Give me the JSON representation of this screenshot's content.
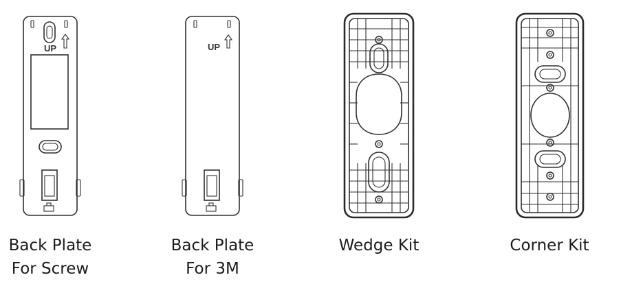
{
  "items": [
    {
      "label_line1": "Back Plate",
      "label_line2": "For Screw",
      "up_text": "UP",
      "icon": "back-plate-screw"
    },
    {
      "label_line1": "Back Plate",
      "label_line2": "For 3M",
      "up_text": "UP",
      "icon": "back-plate-3m"
    },
    {
      "label_line1": "Wedge Kit",
      "icon": "wedge-kit"
    },
    {
      "label_line1": "Corner Kit",
      "icon": "corner-kit"
    }
  ]
}
